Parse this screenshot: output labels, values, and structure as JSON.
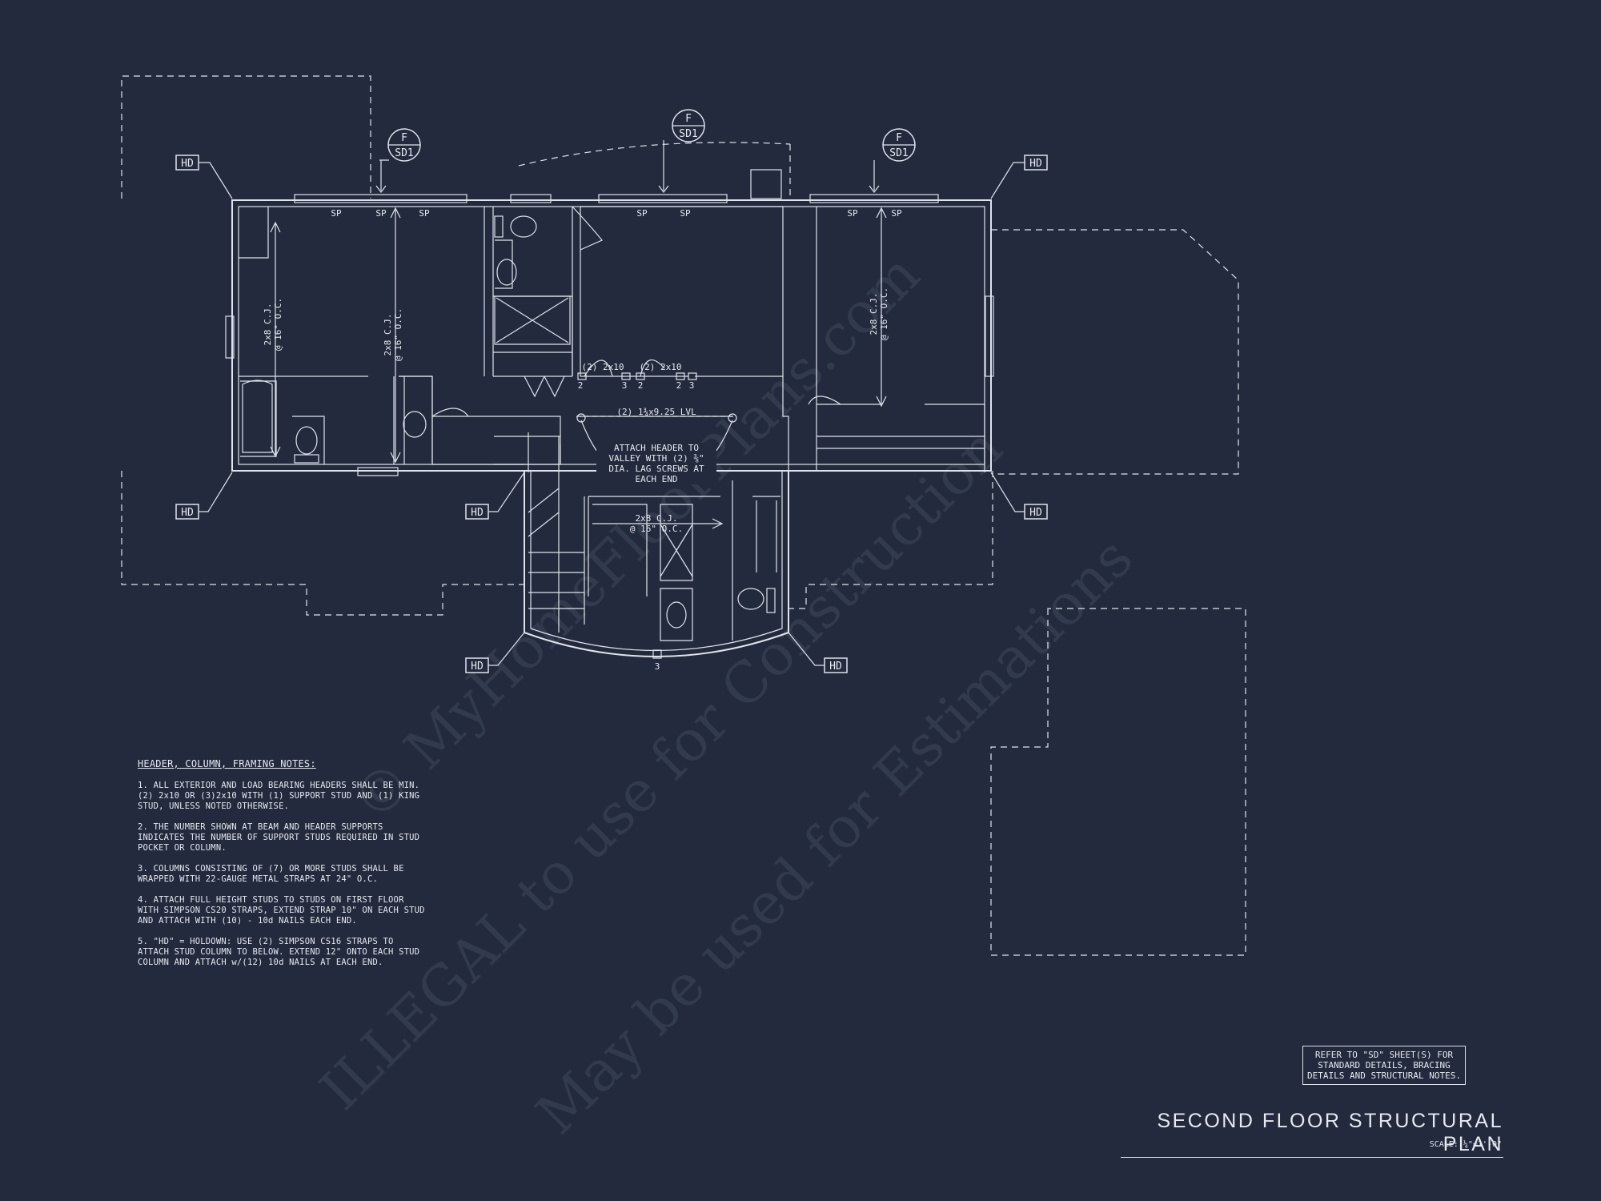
{
  "drawing": {
    "title": "SECOND FLOOR STRUCTURAL PLAN",
    "scale": "SCALE: ¼\"=1'-0\"",
    "refer_note": "REFER TO \"SD\" SHEET(S) FOR STANDARD DETAILS, BRACING DETAILS AND STRUCTURAL NOTES."
  },
  "notes": {
    "title": "HEADER, COLUMN, FRAMING NOTES:",
    "items": [
      "1. ALL EXTERIOR AND LOAD BEARING HEADERS SHALL BE MIN. (2) 2x10 OR (3)2x10 WITH (1) SUPPORT STUD AND (1) KING STUD, UNLESS NOTED OTHERWISE.",
      "2. THE NUMBER SHOWN AT BEAM AND HEADER SUPPORTS INDICATES THE NUMBER OF SUPPORT STUDS REQUIRED IN STUD POCKET OR COLUMN.",
      "3. COLUMNS CONSISTING OF (7) OR MORE STUDS SHALL BE WRAPPED WITH 22-GAUGE METAL STRAPS AT 24\" O.C.",
      "4. ATTACH FULL HEIGHT STUDS TO STUDS ON FIRST FLOOR WITH SIMPSON CS20 STRAPS, EXTEND STRAP 10\" ON EACH STUD AND ATTACH WITH (10) - 10d NAILS EACH END.",
      "5. \"HD\" = HOLDOWN: USE (2) SIMPSON CS16 STRAPS TO ATTACH STUD COLUMN TO BELOW. EXTEND 12\" ONTO EACH STUD COLUMN AND ATTACH w/(12) 10d NAILS AT EACH END."
    ]
  },
  "labels": {
    "hd": "HD",
    "sp": "SP",
    "section_f": "F",
    "section_sd": "SD1",
    "cj_2x8": "2x8 C.J.",
    "oc_16": "@ 16\" O.C.",
    "header_2x10": "(2) 2x10",
    "lvl": "(2) 1¾x9.25 LVL",
    "attach_header": "ATTACH HEADER TO VALLEY WITH (2) ⅜\" DIA. LAG SCREWS AT EACH END",
    "num_2": "2",
    "num_3": "3"
  },
  "watermark": {
    "line1": "© MyHomeFloorPlans.com",
    "line2": "ILLEGAL to use for Construction",
    "line3": "May be used for Estimations"
  }
}
